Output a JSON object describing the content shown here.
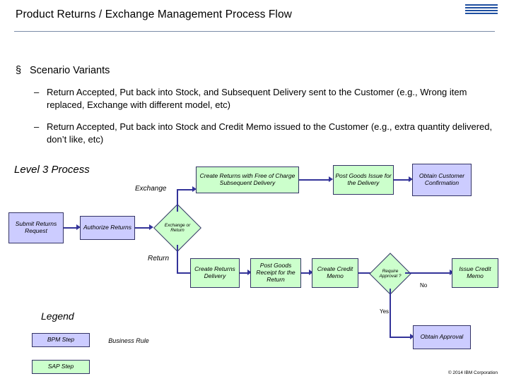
{
  "header": {
    "title": "Product Returns / Exchange Management Process Flow",
    "logo": "ibm-logo"
  },
  "bullets": {
    "section_mark": "§",
    "section_label": "Scenario Variants",
    "items": [
      {
        "mark": "–",
        "text": "Return Accepted, Put back into Stock, and Subsequent Delivery sent to the Customer (e.g., Wrong item replaced, Exchange with different model, etc)"
      },
      {
        "mark": "–",
        "text": "Return Accepted, Put back into Stock and Credit Memo issued to the Customer (e.g., extra quantity delivered, don’t like, etc)"
      }
    ]
  },
  "diagram": {
    "level_label": "Level 3 Process",
    "branch_labels": {
      "exchange": "Exchange",
      "return": "Return",
      "yes": "Yes",
      "no": "No"
    },
    "nodes": {
      "submit_returns_request": "Submit Returns Request",
      "authorize_returns": "Authorize Returns",
      "exchange_or_return": "Exchange or Return",
      "create_returns_free_of_charge": "Create Returns with Free of Charge Subsequent Delivery",
      "post_goods_issue": "Post Goods Issue for the Delivery",
      "obtain_customer_confirmation": "Obtain Customer Confirmation",
      "create_returns_delivery": "Create Returns Delivery",
      "post_goods_receipt": "Post Goods Receipt for the Return",
      "create_credit_memo": "Create Credit Memo",
      "require_approval": "Require Approval ?",
      "issue_credit_memo": "Issue Credit Memo",
      "obtain_approval": "Obtain Approval"
    }
  },
  "legend": {
    "title": "Legend",
    "items": [
      {
        "label": "BPM Step",
        "type": "bpm"
      },
      {
        "label": "Business Rule",
        "type": "rule"
      },
      {
        "label": "SAP Step",
        "type": "sap"
      }
    ]
  },
  "footer": {
    "copyright": "© 2014 IBM Corporation"
  }
}
